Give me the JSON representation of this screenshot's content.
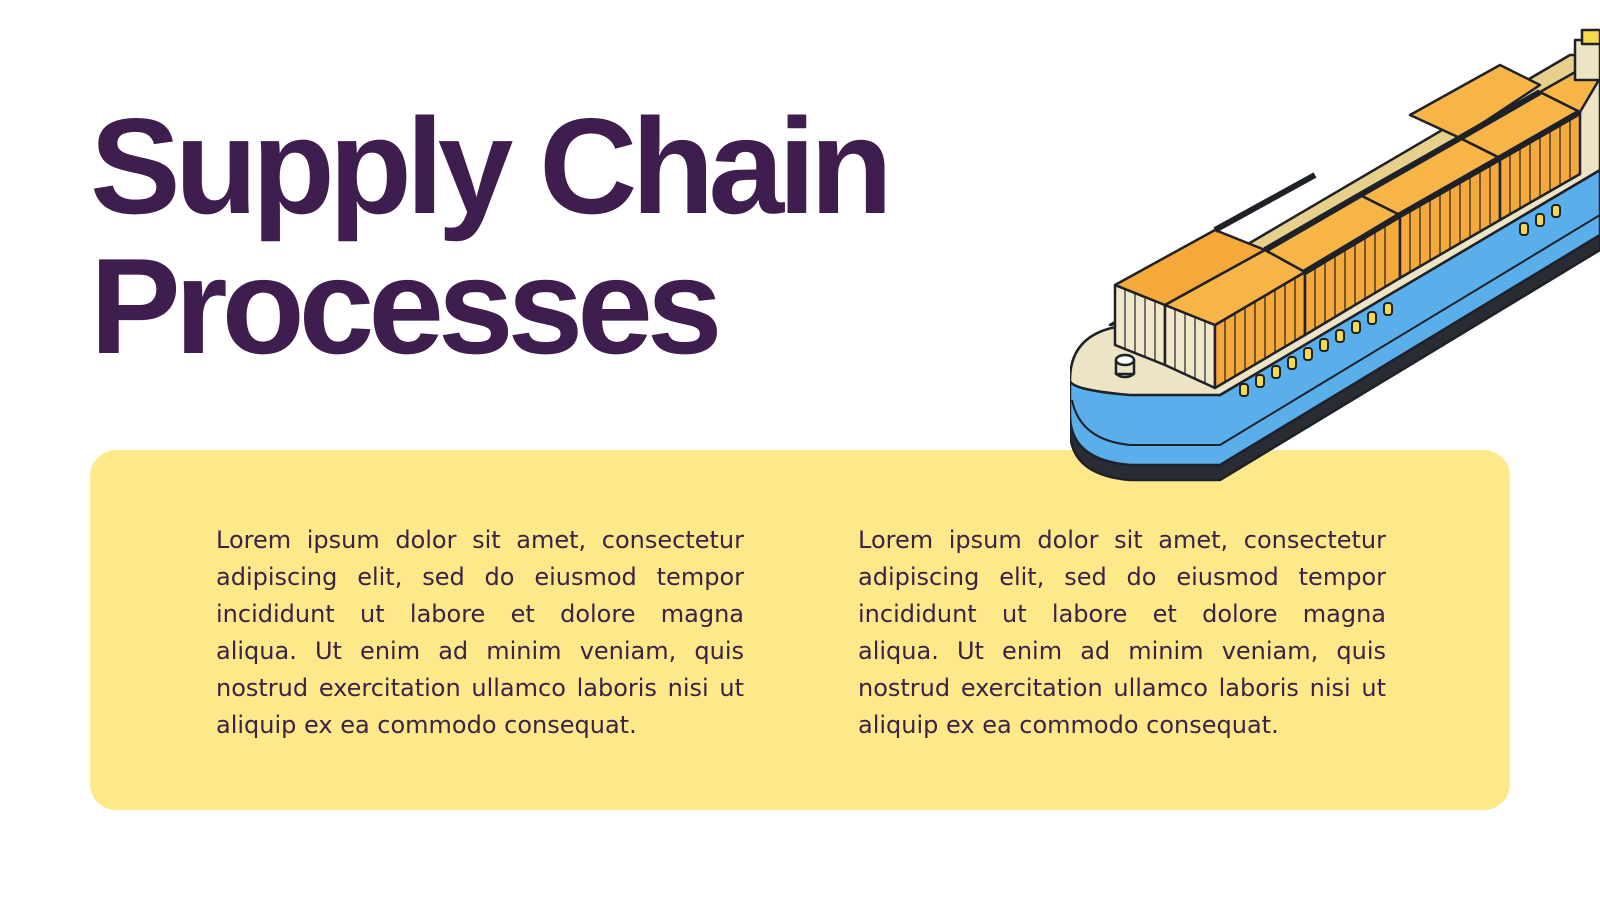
{
  "slide": {
    "title_line1": "Supply Chain",
    "title_line2": "Processes",
    "paragraph_left": "Lorem ipsum dolor sit amet, consectetur adipiscing elit, sed do eiusmod tempor incididunt ut labore et dolore magna aliqua. Ut enim ad minim veniam, quis nostrud exercitation ullamco laboris nisi ut aliquip ex ea commodo consequat.",
    "paragraph_right": "Lorem ipsum dolor sit amet, consectetur adipiscing elit, sed do eiusmod tempor incididunt ut labore et dolore magna aliqua. Ut enim ad minim veniam, quis nostrud exercitation ullamco laboris nisi ut aliquip ex ea commodo consequat."
  },
  "illustration": {
    "icon": "container-ship-icon",
    "colors": {
      "hull_blue": "#5aaeea",
      "deck_cream": "#ece4c4",
      "container_orange": "#f5a93a",
      "outline": "#1f2128",
      "title_purple": "#3f1d4f",
      "panel_yellow": "#fde88a"
    }
  }
}
